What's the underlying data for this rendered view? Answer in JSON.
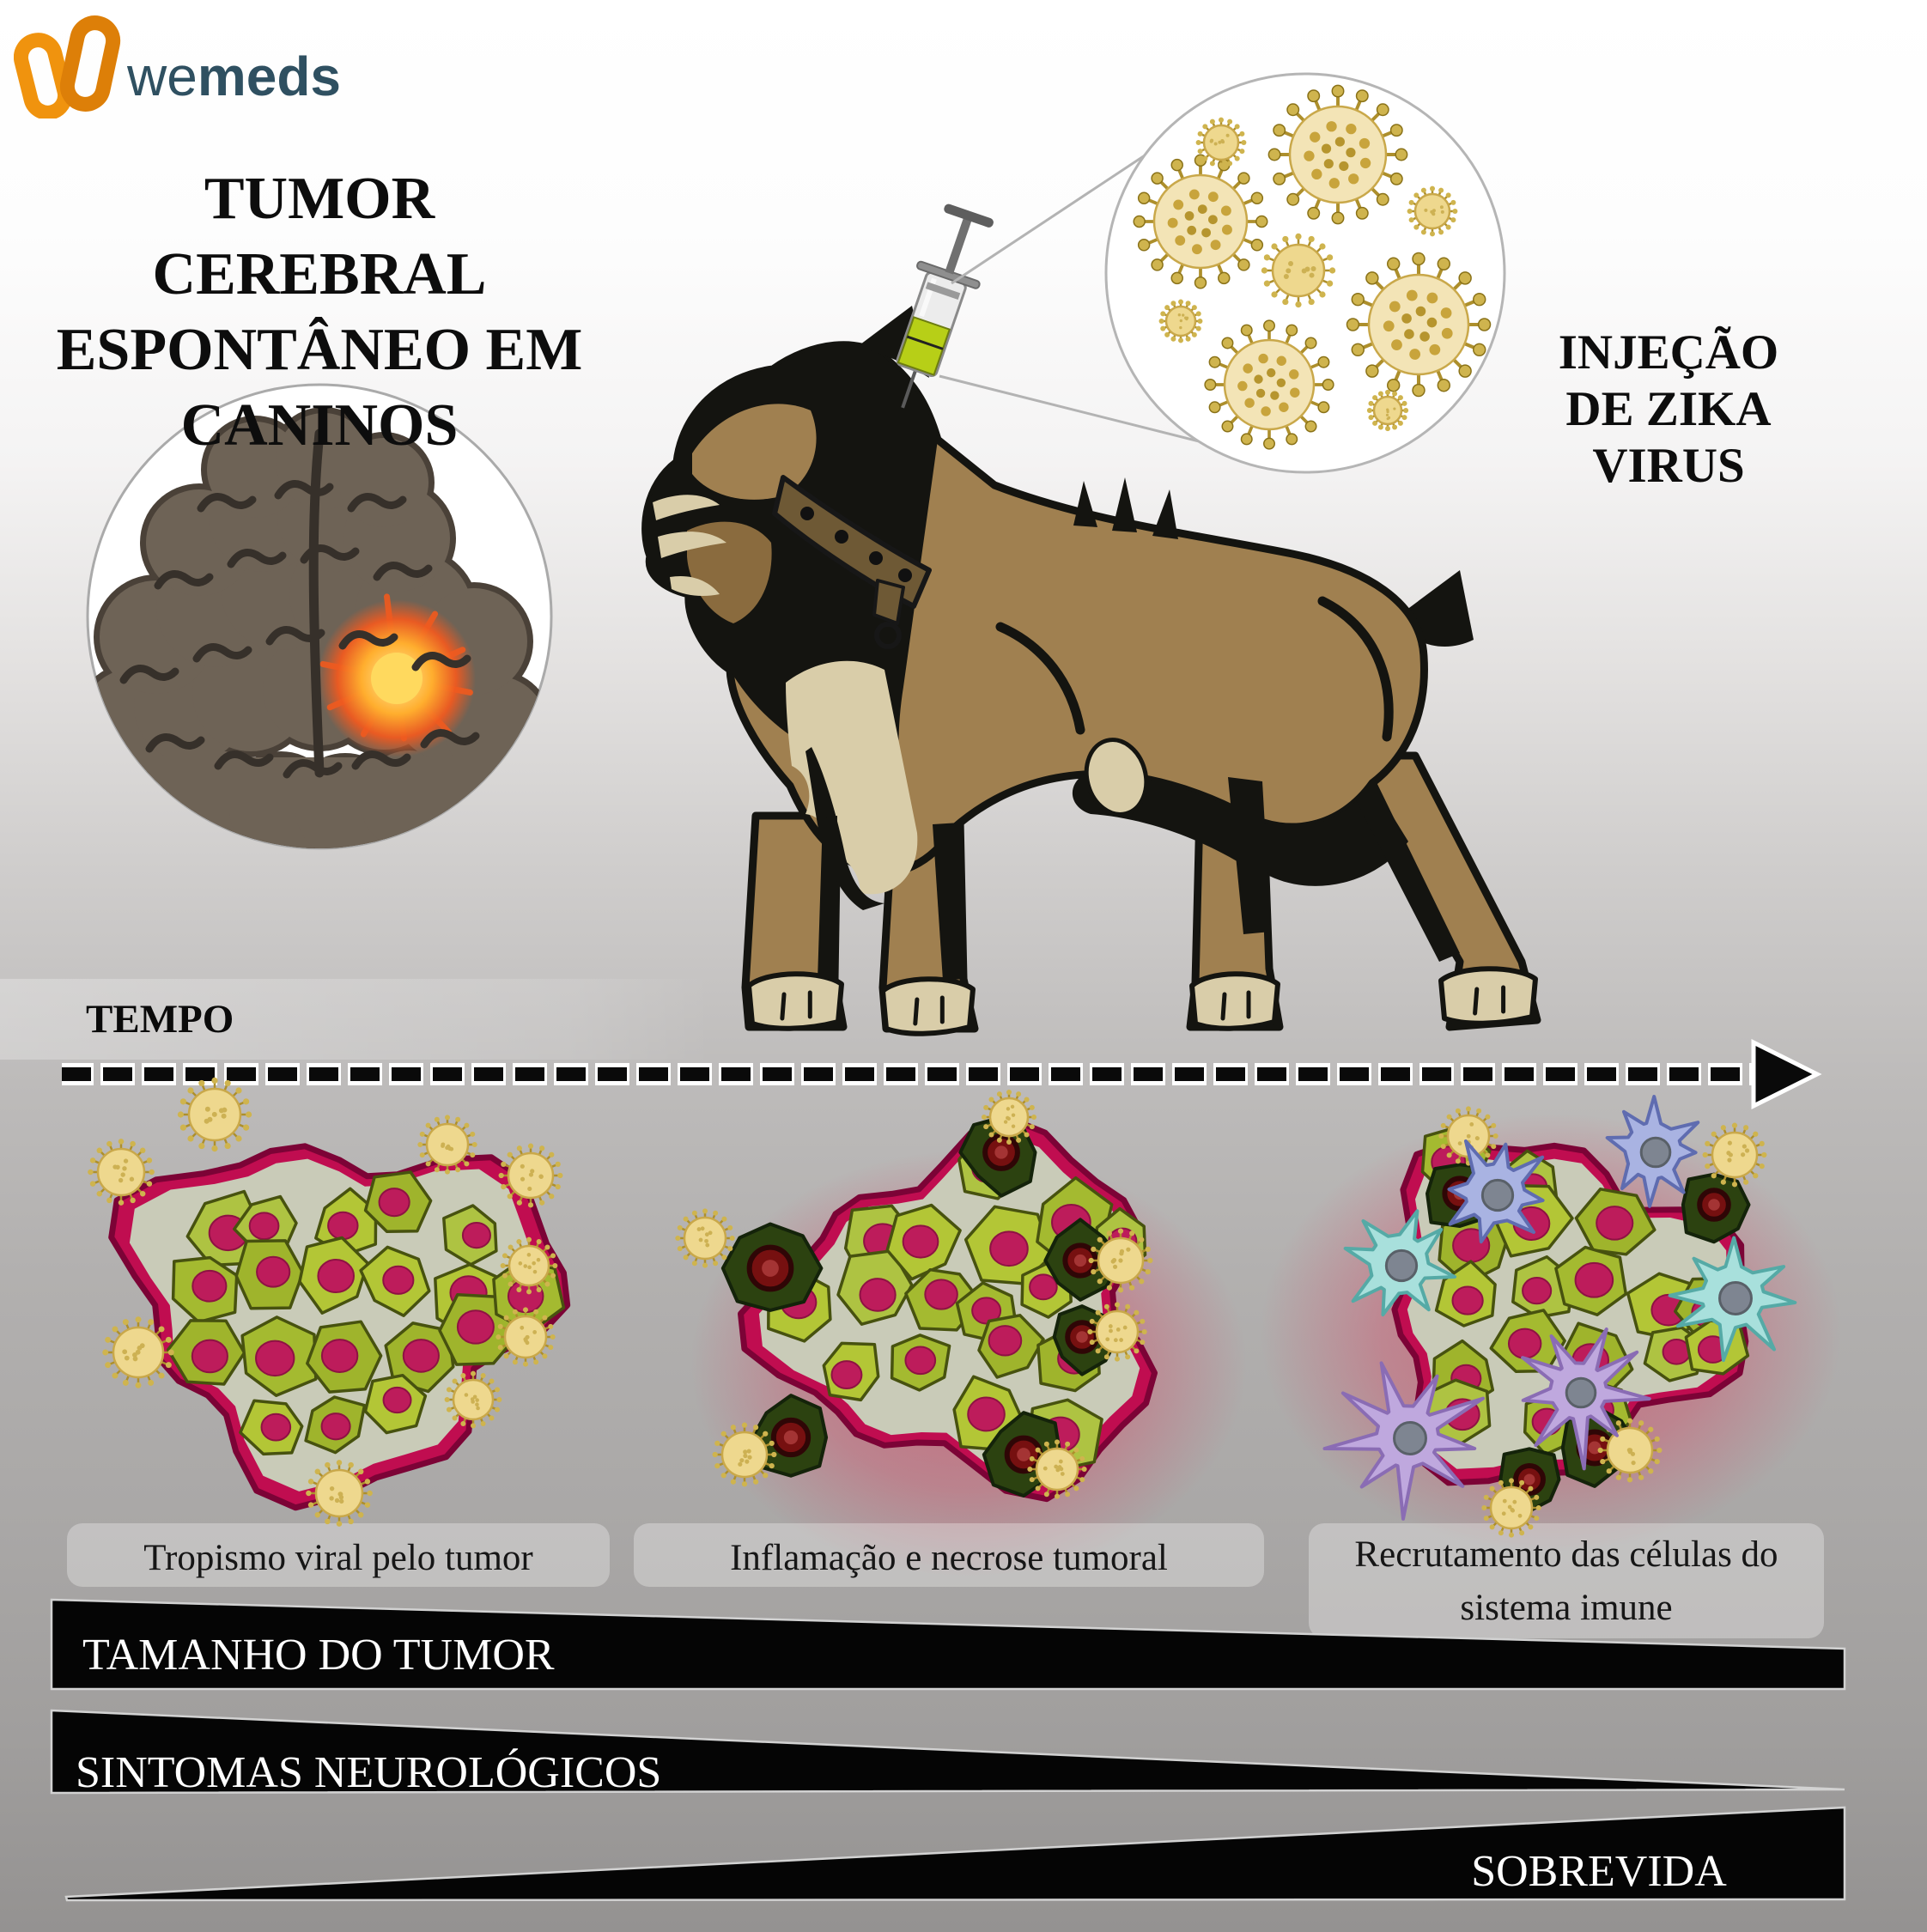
{
  "logo": {
    "we": "we",
    "meds": "meds"
  },
  "title": {
    "line1": "TUMOR CEREBRAL",
    "line2": "ESPONTÂNEO EM",
    "line3": "CANINOS"
  },
  "injection": {
    "line1": "INJEÇÃO",
    "line2": "DE ZIKA",
    "line3": "VIRUS"
  },
  "timeline": {
    "label": "TEMPO"
  },
  "stages": [
    {
      "line1": "Tropismo viral pelo tumor",
      "line2": ""
    },
    {
      "line1": "Inflamação e necrose tumoral",
      "line2": ""
    },
    {
      "line1": "Recrutamento das células do",
      "line2": "sistema imune"
    }
  ],
  "wedges": [
    {
      "label": "TAMANHO DO TUMOR",
      "direction": "decreasing"
    },
    {
      "label": "SINTOMAS NEUROLÓGICOS",
      "direction": "decreasing"
    },
    {
      "label": "SOBREVIDA",
      "direction": "increasing"
    }
  ],
  "colors": {
    "logo_orange": "#f0930e",
    "logo_orange_dark": "#dd7f08",
    "logo_text": "#2f5061",
    "ink": "#0d0d0d",
    "membrane": "#c00d50",
    "membrane_dark": "#7c0336",
    "tumor_inner": "#c9cbb8",
    "cell_greens": [
      "#b3c636",
      "#a4ba30",
      "#9fb42c",
      "#aec342"
    ],
    "cell_stroke": "#47520f",
    "nucleus": "#bd1c5b",
    "nucleus_stroke": "#8e1243",
    "necrotic": "#2c4210",
    "necrotic_dark": "#14230a",
    "necrotic_core": "#761010",
    "virus_gold": "#f3e4b6",
    "virus_gold_small": "#eed88e",
    "virus_spike": "#ad8f2c",
    "virus_knob": "#cfb44e",
    "glow": "#df2a50",
    "immune_blue": "#a9b3e2",
    "immune_blue_stroke": "#5f6cb0",
    "immune_cyan": "#a8e0dc",
    "immune_cyan_stroke": "#55aaa6",
    "immune_purple": "#bfa8de",
    "immune_purple_stroke": "#8a6cb4",
    "immune_core": "#7e8591",
    "wedge": "#050505",
    "wedge_edge": "#d2d2d2",
    "dog_tan": "#a08050",
    "dog_dark_tan": "#8a6b3e",
    "dog_cream": "#d9cda9",
    "dog_black": "#141410",
    "collar": "#6e5935",
    "brain": "#6e6356",
    "brain_dark": "#4a4138",
    "brain_line": "#36302a",
    "brain_tumor_core": "#ffd95e",
    "brain_tumor_ray": "#e25a22"
  }
}
